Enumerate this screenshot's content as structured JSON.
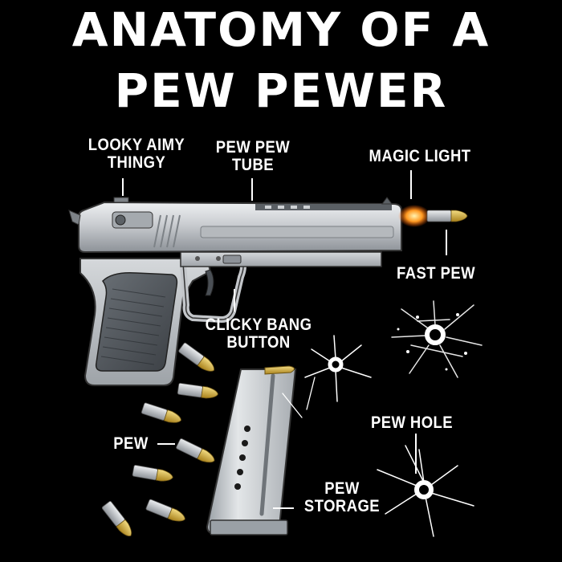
{
  "title": {
    "line1": "ANATOMY OF A",
    "line2": "PEW PEWER"
  },
  "labels": {
    "looky_line1": "LOOKY AIMY",
    "looky_line2": "THINGY",
    "pewtube_line1": "PEW PEW",
    "pewtube_line2": "TUBE",
    "magic_light": "MAGIC LIGHT",
    "fast_pew": "FAST PEW",
    "clicky_line1": "CLICKY BANG",
    "clicky_line2": "BUTTON",
    "pew": "PEW",
    "pew_hole": "PEW HOLE",
    "storage_line1": "PEW",
    "storage_line2": "STORAGE"
  },
  "colors": {
    "background": "#000000",
    "text": "#ffffff",
    "steel": "#c9ccd0",
    "grip": "#4a4f55",
    "brass": "#d8b23a",
    "flash": "#ff8a1c"
  }
}
